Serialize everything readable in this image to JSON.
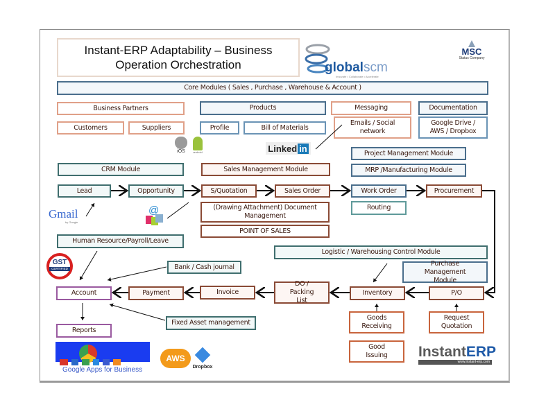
{
  "title": "Instant-ERP Adaptability – Business Operation Orchestration",
  "title_lines": [
    "Instant-ERP Adaptability – Business",
    "Operation Orchestration"
  ],
  "logos": {
    "globalscm": {
      "brand": "global",
      "suffix": "scm",
      "tagline": "Innovate • Collaborate • Accelerate"
    },
    "msc": {
      "name": "MSC",
      "sub": "Status Company"
    },
    "instanterp": {
      "name_a": "Instant",
      "name_b": "ERP",
      "url": "www.instant-erp.com"
    },
    "ios": "iOS",
    "android": "android",
    "linkedin": {
      "a": "Linked",
      "b": "in"
    },
    "gmail": {
      "name": "Gmail",
      "sub": "by Google"
    },
    "gst": {
      "top": "GST",
      "bottom": "CERTIFIED"
    },
    "google_apps": "Google Apps for Business",
    "aws": "AWS",
    "dropbox": "Dropbox"
  },
  "modules": {
    "core": "Core Modules ( Sales , Purchase , Warehouse & Account )",
    "business_partners": "Business Partners",
    "customers": "Customers",
    "suppliers": "Suppliers",
    "products": "Products",
    "profile": "Profile",
    "bom": "Bill of Materials",
    "messaging": "Messaging",
    "emails": "Emails / Social network",
    "documentation": "Documentation",
    "gdrive": "Google Drive / AWS / Dropbox",
    "project_mgmt": "Project Management Module",
    "mrp": "MRP /Manufacturing Module",
    "crm": "CRM Module",
    "sales_mgmt": "Sales Management Module",
    "lead": "Lead",
    "opportunity": "Opportunity",
    "squotation": "S/Quotation",
    "sales_order": "Sales Order",
    "work_order": "Work Order",
    "procurement": "Procurement",
    "routing": "Routing",
    "doc_mgmt": "(Drawing  Attachment) Document Management",
    "pos": "POINT OF SALES",
    "hr": "Human Resource/Payroll/Leave",
    "logistic": "Logistic / Warehousing Control Module",
    "purchase_mgmt": "Purchase Management Module",
    "bank": "Bank / Cash journal",
    "account": "Account",
    "payment": "Payment",
    "invoice": "Invoice",
    "do_packing": "DO / Packing List",
    "inventory": "Inventory",
    "po": "P/O",
    "fixed_asset": "Fixed Asset management",
    "reports": "Reports",
    "goods_receiving": "Goods Receiving",
    "request_quotation": "Request Quotation",
    "good_issuing": "Good Issuing"
  }
}
